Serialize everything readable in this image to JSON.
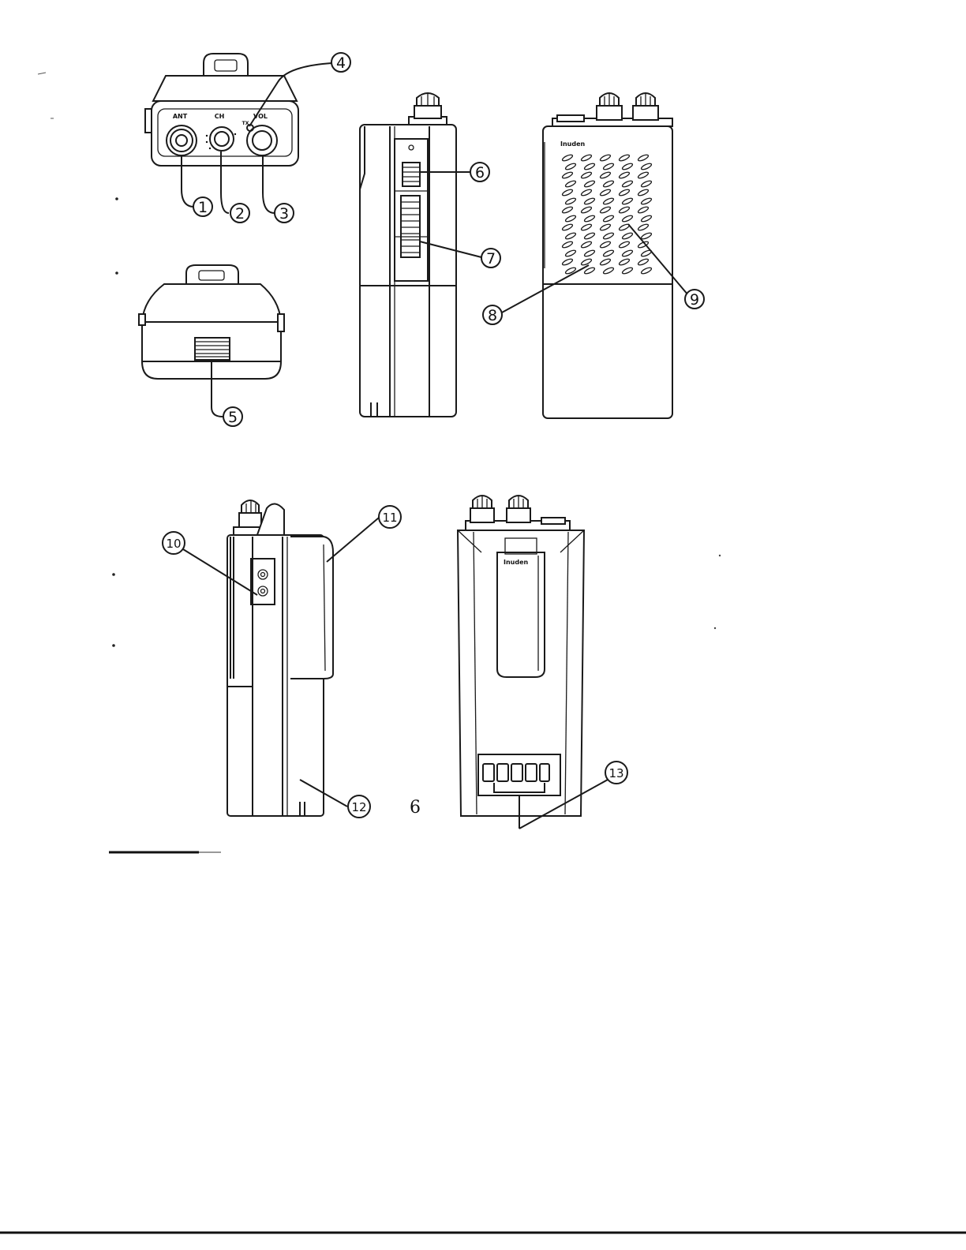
{
  "controls": {
    "ant_label": "ANT",
    "ch_label": "CH",
    "vol_label": "VOL",
    "tx_label": "TX"
  },
  "brand": "Inuden",
  "page_number": "6",
  "callouts": [
    "1",
    "2",
    "3",
    "4",
    "5",
    "6",
    "7",
    "8",
    "9",
    "10",
    "11",
    "12",
    "13"
  ]
}
